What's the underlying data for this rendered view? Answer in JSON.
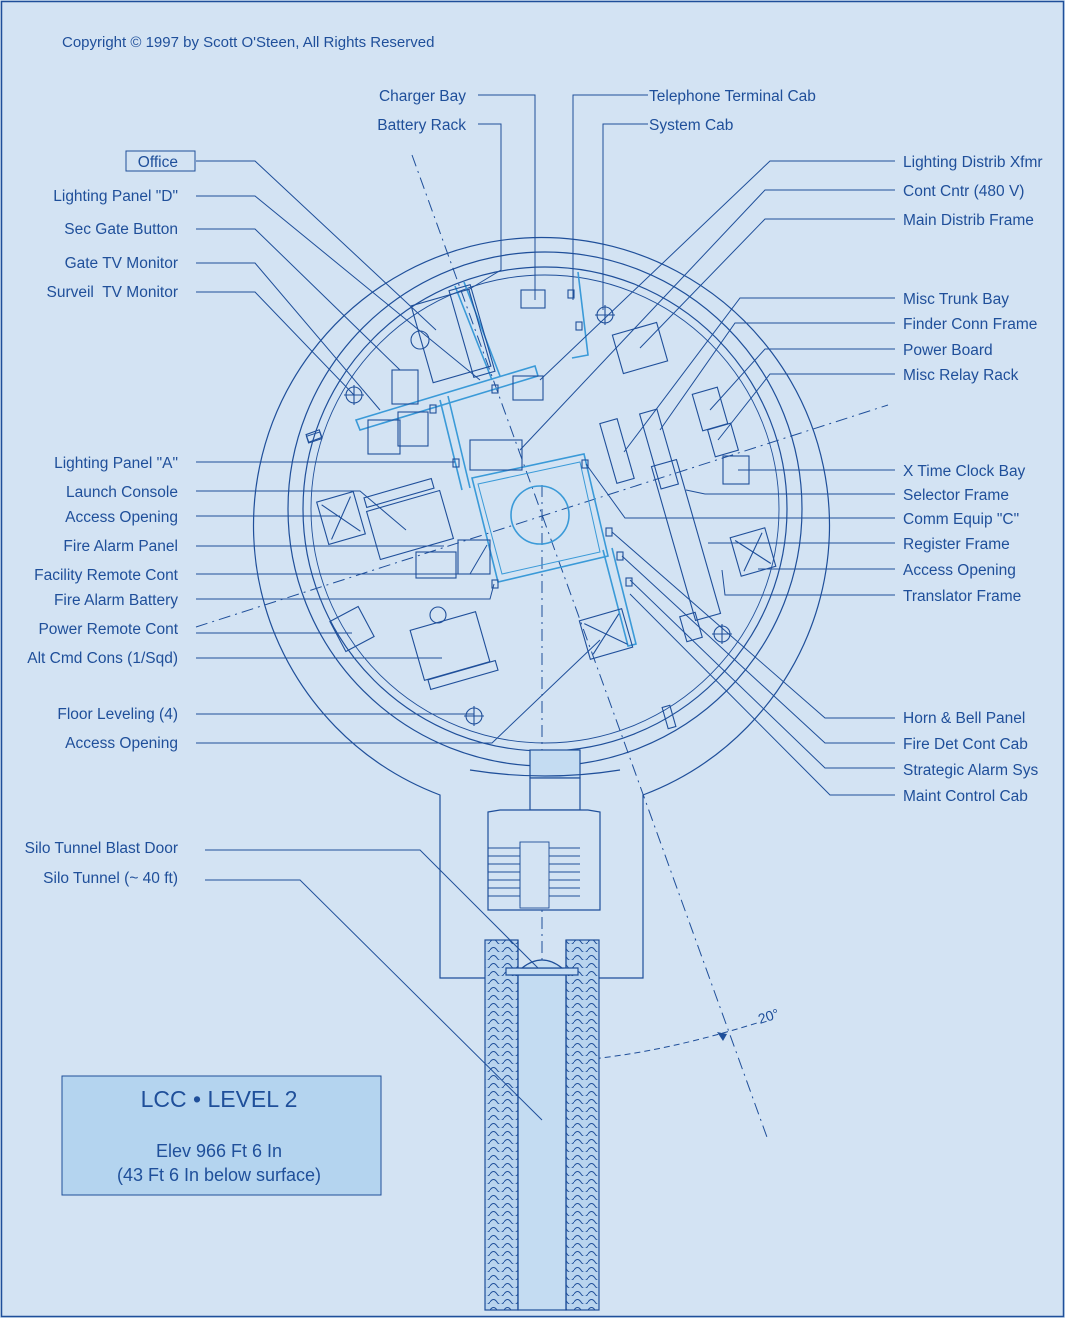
{
  "copyright": "Copyright © 1997 by Scott O'Steen, All Rights Reserved",
  "title_box": {
    "title": "LCC • LEVEL 2",
    "line1": "Elev 966 Ft 6 In",
    "line2": "(43 Ft 6 In below surface)"
  },
  "angle_label": "20°",
  "colors": {
    "background": "#d3e3f3",
    "line": "#1f4f9a",
    "cyan": "#3a9ad8",
    "title_box": "#b4d4ef"
  },
  "labels_top": {
    "charger_bay": "Charger Bay",
    "battery_rack": "Battery Rack",
    "telephone_terminal_cab": "Telephone Terminal Cab",
    "system_cab": "System Cab"
  },
  "labels_left": {
    "office": "Office",
    "lighting_panel_d": "Lighting Panel \"D\"",
    "sec_gate_button": "Sec Gate Button",
    "gate_tv_monitor": "Gate TV Monitor",
    "surveil_tv_monitor": "Surveil  TV Monitor",
    "lighting_panel_a": "Lighting Panel \"A\"",
    "launch_console": "Launch Console",
    "access_opening_1": "Access Opening",
    "fire_alarm_panel": "Fire Alarm Panel",
    "facility_remote_cont": "Facility Remote Cont",
    "fire_alarm_battery": "Fire Alarm Battery",
    "power_remote_cont": "Power Remote Cont",
    "alt_cmd_cons": "Alt Cmd Cons (1/Sqd)",
    "floor_leveling": "Floor Leveling (4)",
    "access_opening_2": "Access Opening",
    "silo_tunnel_blast_door": "Silo Tunnel Blast Door",
    "silo_tunnel": "Silo Tunnel (~ 40 ft)"
  },
  "labels_right": {
    "lighting_distrib_xfmr": "Lighting Distrib Xfmr",
    "cont_cntr": "Cont Cntr (480 V)",
    "main_distrib_frame": "Main Distrib Frame",
    "misc_trunk_bay": "Misc Trunk Bay",
    "finder_conn_frame": "Finder Conn Frame",
    "power_board": "Power Board",
    "misc_relay_rack": "Misc Relay Rack",
    "x_time_clock_bay": "X Time Clock Bay",
    "selector_frame": "Selector Frame",
    "comm_equip_c": "Comm Equip \"C\"",
    "register_frame": "Register Frame",
    "access_opening_3": "Access Opening",
    "translator_frame": "Translator Frame",
    "horn_bell_panel": "Horn & Bell Panel",
    "fire_det_cont_cab": "Fire Det Cont Cab",
    "strategic_alarm_sys": "Strategic Alarm Sys",
    "maint_control_cab": "Maint Control Cab"
  }
}
